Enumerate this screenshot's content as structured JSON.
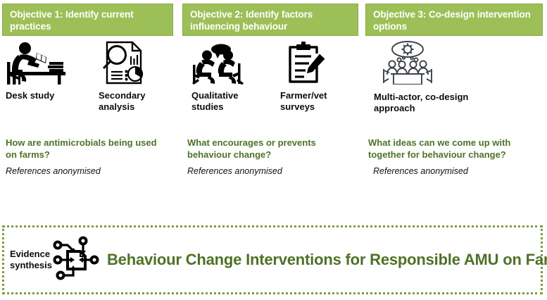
{
  "columns": [
    {
      "header": "Objective 1: Identify current practices",
      "methods": [
        {
          "icon": "desk-study-icon",
          "label": "Desk study"
        },
        {
          "icon": "secondary-analysis-icon",
          "label": "Secondary\nanalysis"
        }
      ],
      "question": "How are antimicrobials being used on farms?",
      "references": "References anonymised"
    },
    {
      "header": "Objective 2: Identify factors influencing behaviour",
      "methods": [
        {
          "icon": "qualitative-studies-icon",
          "label": "Qualitative\nstudies"
        },
        {
          "icon": "farmer-vet-surveys-icon",
          "label": "Farmer/vet\nsurveys"
        }
      ],
      "question": "What encourages or prevents behaviour change?",
      "references": "References anonymised"
    },
    {
      "header": "Objective 3: Co-design intervention options",
      "methods": [
        {
          "icon": "multi-actor-codesign-icon",
          "label": "Multi-actor, co-design\napproach"
        }
      ],
      "question": "What ideas can we come up with together for behaviour change?",
      "references": "References anonymised"
    }
  ],
  "banner": {
    "evidence_label": "Evidence\nsynthesis",
    "icon": "evidence-synthesis-icon",
    "title": "Behaviour Change Interventions for Responsible AMU on Farms"
  },
  "colors": {
    "header_fill": "#9dbf57",
    "header_border": "#8aab4a",
    "header_text": "#ffffff",
    "accent_green_text": "#4e7227",
    "banner_border": "#7c9e3a",
    "body_text": "#0d0d0d",
    "icon_dark": "#000000",
    "icon_gray": "#3d4149",
    "background": "#ffffff"
  }
}
